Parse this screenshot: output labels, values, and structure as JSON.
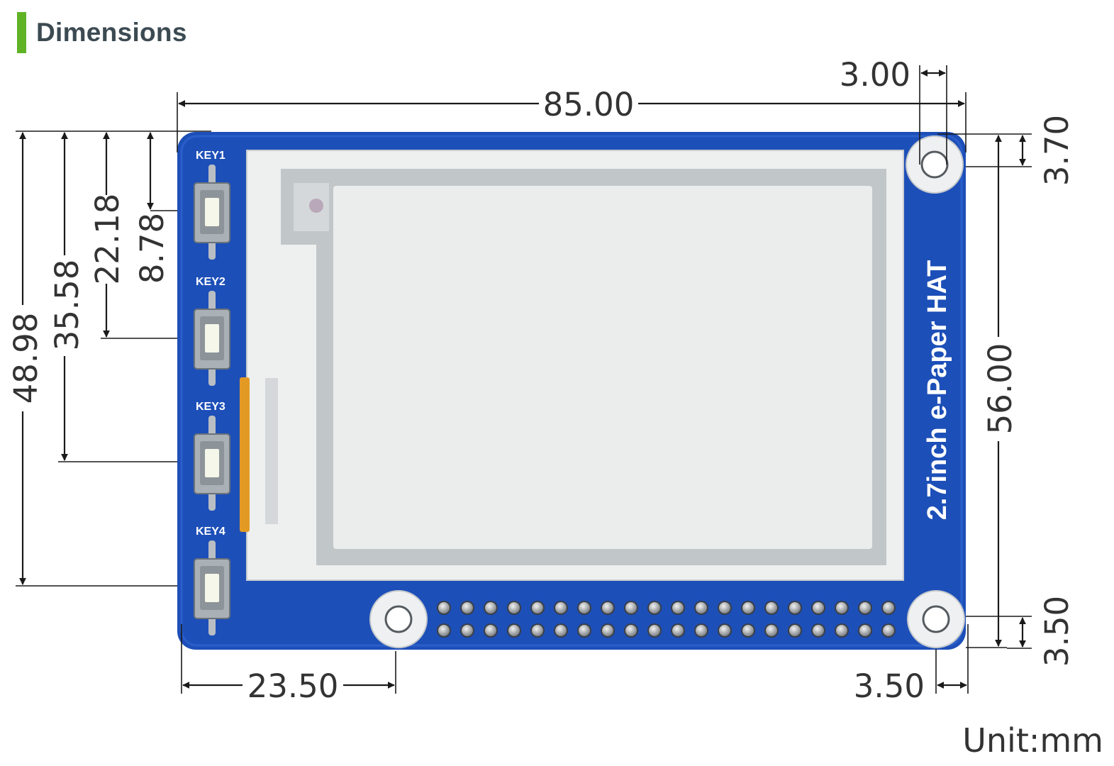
{
  "header": {
    "title": "Dimensions"
  },
  "board": {
    "silkscreen_title": "2.7inch e-Paper HAT",
    "keys": [
      "KEY1",
      "KEY2",
      "KEY3",
      "KEY4"
    ]
  },
  "dimensions": {
    "overall_width": "85.00",
    "mount_hole_top_offset_x": "3.00",
    "mount_hole_top_offset_y": "3.70",
    "key_spacing_1": "8.78",
    "key_spacing_2": "22.18",
    "key_spacing_3": "35.58",
    "key_spacing_4": "48.98",
    "mount_hole_spacing_vertical": "56.00",
    "mount_hole_bottom_offset_y": "3.50",
    "mount_hole_bottom_offset_x": "3.50",
    "mount_hole_left_offset_x": "23.50"
  },
  "unit": "Unit:mm",
  "colors": {
    "accent": "#5fb325",
    "pcb": "#1d4fb8",
    "pcb_dark": "#133c93",
    "screen": "#eceeee",
    "screen_frame": "#b9bec2"
  }
}
